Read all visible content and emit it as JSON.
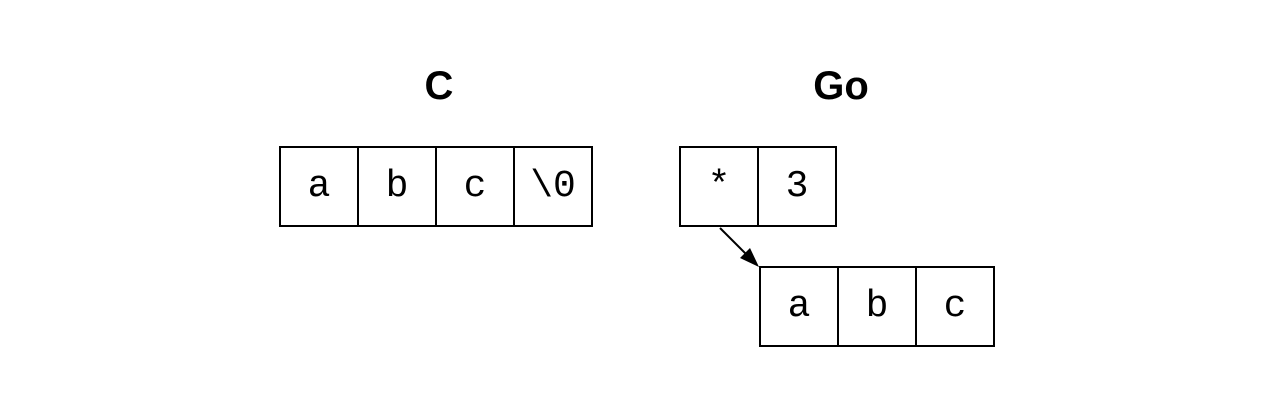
{
  "c_section": {
    "title": "C",
    "cells": [
      "a",
      "b",
      "c",
      "\\0"
    ]
  },
  "go_section": {
    "title": "Go",
    "header_cells": [
      "*",
      "3"
    ],
    "data_cells": [
      "a",
      "b",
      "c"
    ]
  },
  "colors": {
    "stroke": "#000000",
    "background": "#ffffff"
  }
}
